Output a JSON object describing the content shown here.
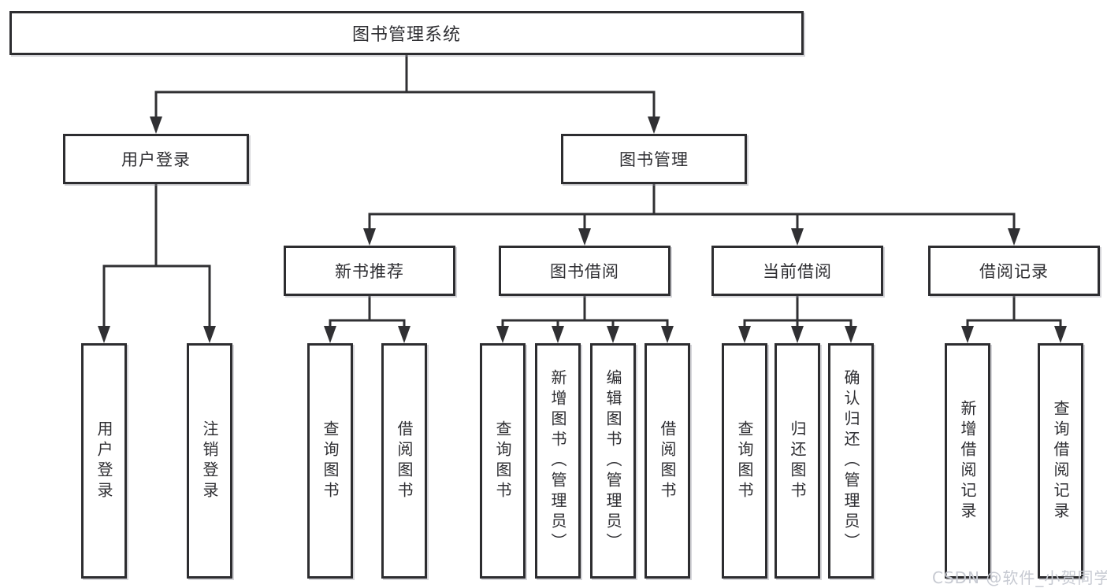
{
  "diagram": {
    "nodes": {
      "root": {
        "label": "图书管理系统"
      },
      "user_login": {
        "label": "用户登录"
      },
      "book_management": {
        "label": "图书管理"
      },
      "new_book_recommend": {
        "label": "新书推荐"
      },
      "book_borrow": {
        "label": "图书借阅"
      },
      "current_borrow": {
        "label": "当前借阅"
      },
      "borrow_records": {
        "label": "借阅记录"
      },
      "leaf_user_login": {
        "label": "用户登录"
      },
      "leaf_logout": {
        "label": "注销登录"
      },
      "leaf_nb_query_books": {
        "label": "查询图书"
      },
      "leaf_nb_borrow_books": {
        "label": "借阅图书"
      },
      "leaf_bb_query_books": {
        "label": "查询图书"
      },
      "leaf_bb_add_books_admin": {
        "label": "新增图书（管理员）"
      },
      "leaf_bb_edit_books_admin": {
        "label": "编辑图书（管理员）"
      },
      "leaf_bb_borrow_books": {
        "label": "借阅图书"
      },
      "leaf_cb_query_books": {
        "label": "查询图书"
      },
      "leaf_cb_return_books": {
        "label": "归还图书"
      },
      "leaf_cb_confirm_return_admin": {
        "label": "确认归还（管理员）"
      },
      "leaf_br_add_record": {
        "label": "新增借阅记录"
      },
      "leaf_br_query_record": {
        "label": "查询借阅记录"
      }
    },
    "watermark": "CSDN @软件_小贺同学",
    "colors": {
      "line": "#303033",
      "border": "#2d2d30",
      "text": "#2e2e32",
      "background": "#ffffff",
      "watermark": "#c7cad2"
    }
  }
}
